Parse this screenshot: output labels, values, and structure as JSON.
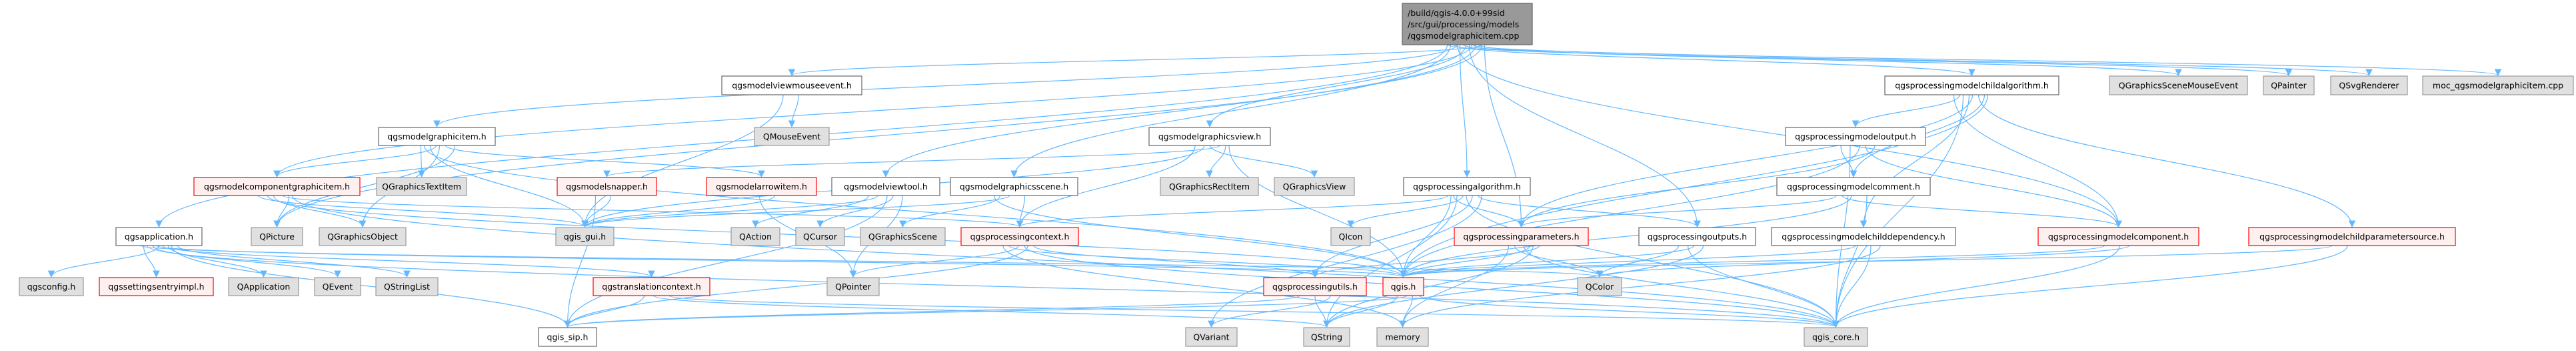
{
  "graph": {
    "root": {
      "id": "root",
      "lines": [
        "/build/qgis-4.0.0+99sid",
        "/src/gui/processing/models",
        "/qgsmodelgraphicitem.cpp"
      ]
    },
    "colors": {
      "edge": "#63b8ff",
      "root_fill": "#999999",
      "root_border": "#666666",
      "normal_fill": "#ffffff",
      "normal_border": "#666666",
      "red_fill": "#fff0f0",
      "red_border": "#ff0000",
      "external_fill": "#e0e0e0",
      "external_border": "#999999"
    },
    "nodes": [
      {
        "id": "mouseevent",
        "label": "qgsmodelviewmouseevent.h",
        "kind": "normal"
      },
      {
        "id": "childalg",
        "label": "qgsprocessingmodelchildalgorithm.h",
        "kind": "normal"
      },
      {
        "id": "qgsme",
        "label": "QGraphicsSceneMouseEvent",
        "kind": "external"
      },
      {
        "id": "qpainter",
        "label": "QPainter",
        "kind": "external"
      },
      {
        "id": "qsvg",
        "label": "QSvgRenderer",
        "kind": "external"
      },
      {
        "id": "moc",
        "label": "moc_qgsmodelgraphicitem.cpp",
        "kind": "external"
      },
      {
        "id": "graphicitem",
        "label": "qgsmodelgraphicitem.h",
        "kind": "normal"
      },
      {
        "id": "qmouseevent",
        "label": "QMouseEvent",
        "kind": "external"
      },
      {
        "id": "graphicsview",
        "label": "qgsmodelgraphicsview.h",
        "kind": "normal"
      },
      {
        "id": "modeloutput",
        "label": "qgsprocessingmodeloutput.h",
        "kind": "normal"
      },
      {
        "id": "compgraphicitem",
        "label": "qgsmodelcomponentgraphicitem.h",
        "kind": "red"
      },
      {
        "id": "qgtextitem",
        "label": "QGraphicsTextItem",
        "kind": "external"
      },
      {
        "id": "snapper",
        "label": "qgsmodelsnapper.h",
        "kind": "red"
      },
      {
        "id": "arrowitem",
        "label": "qgsmodelarrowitem.h",
        "kind": "red"
      },
      {
        "id": "viewtool",
        "label": "qgsmodelviewtool.h",
        "kind": "normal"
      },
      {
        "id": "scene",
        "label": "qgsmodelgraphicsscene.h",
        "kind": "normal"
      },
      {
        "id": "qgrectitem",
        "label": "QGraphicsRectItem",
        "kind": "external"
      },
      {
        "id": "qgview",
        "label": "QGraphicsView",
        "kind": "external"
      },
      {
        "id": "procalg",
        "label": "qgsprocessingalgorithm.h",
        "kind": "normal"
      },
      {
        "id": "comment",
        "label": "qgsprocessingmodelcomment.h",
        "kind": "normal"
      },
      {
        "id": "application",
        "label": "qgsapplication.h",
        "kind": "normal"
      },
      {
        "id": "qpicture",
        "label": "QPicture",
        "kind": "external"
      },
      {
        "id": "qgobject",
        "label": "QGraphicsObject",
        "kind": "external"
      },
      {
        "id": "qgis_gui",
        "label": "qgis_gui.h",
        "kind": "external"
      },
      {
        "id": "qaction",
        "label": "QAction",
        "kind": "external"
      },
      {
        "id": "qcursor",
        "label": "QCursor",
        "kind": "external"
      },
      {
        "id": "qgscene",
        "label": "QGraphicsScene",
        "kind": "external"
      },
      {
        "id": "proccontext",
        "label": "qgsprocessingcontext.h",
        "kind": "red"
      },
      {
        "id": "qicon",
        "label": "QIcon",
        "kind": "external"
      },
      {
        "id": "procparams",
        "label": "qgsprocessingparameters.h",
        "kind": "red"
      },
      {
        "id": "procoutputs",
        "label": "qgsprocessingoutputs.h",
        "kind": "normal"
      },
      {
        "id": "childdep",
        "label": "qgsprocessingmodelchilddependency.h",
        "kind": "normal"
      },
      {
        "id": "component",
        "label": "qgsprocessingmodelcomponent.h",
        "kind": "red"
      },
      {
        "id": "childparamsrc",
        "label": "qgsprocessingmodelchildparametersource.h",
        "kind": "red"
      },
      {
        "id": "qgsconfig",
        "label": "qgsconfig.h",
        "kind": "external"
      },
      {
        "id": "settingsentry",
        "label": "qgssettingsentryimpl.h",
        "kind": "red"
      },
      {
        "id": "qapplication",
        "label": "QApplication",
        "kind": "external"
      },
      {
        "id": "qevent",
        "label": "QEvent",
        "kind": "external"
      },
      {
        "id": "qstringlist",
        "label": "QStringList",
        "kind": "external"
      },
      {
        "id": "translation",
        "label": "qgstranslationcontext.h",
        "kind": "red"
      },
      {
        "id": "qpointer",
        "label": "QPointer",
        "kind": "external"
      },
      {
        "id": "procutils",
        "label": "qgsprocessingutils.h",
        "kind": "red"
      },
      {
        "id": "qgis",
        "label": "qgis.h",
        "kind": "red"
      },
      {
        "id": "qcolor",
        "label": "QColor",
        "kind": "external"
      },
      {
        "id": "qgis_sip",
        "label": "qgis_sip.h",
        "kind": "normal"
      },
      {
        "id": "qvariant",
        "label": "QVariant",
        "kind": "external"
      },
      {
        "id": "qstring",
        "label": "QString",
        "kind": "external"
      },
      {
        "id": "memory",
        "label": "memory",
        "kind": "external"
      },
      {
        "id": "qgis_core",
        "label": "qgis_core.h",
        "kind": "external"
      }
    ],
    "edges": [
      [
        "root",
        "application"
      ],
      [
        "root",
        "compgraphicitem"
      ],
      [
        "root",
        "graphicitem"
      ],
      [
        "root",
        "mouseevent"
      ],
      [
        "root",
        "graphicsview"
      ],
      [
        "root",
        "scene"
      ],
      [
        "root",
        "viewtool"
      ],
      [
        "root",
        "procalg"
      ],
      [
        "root",
        "procparams"
      ],
      [
        "root",
        "procoutputs"
      ],
      [
        "root",
        "childalg"
      ],
      [
        "root",
        "qgsme"
      ],
      [
        "root",
        "qpainter"
      ],
      [
        "root",
        "qsvg"
      ],
      [
        "root",
        "moc"
      ],
      [
        "root",
        "component"
      ],
      [
        "root",
        "qpicture"
      ],
      [
        "graphicitem",
        "compgraphicitem"
      ],
      [
        "graphicitem",
        "qgtextitem"
      ],
      [
        "graphicitem",
        "arrowitem"
      ],
      [
        "graphicitem",
        "qgis_gui"
      ],
      [
        "graphicitem",
        "qpicture"
      ],
      [
        "graphicitem",
        "qgobject"
      ],
      [
        "graphicitem",
        "qgis"
      ],
      [
        "compgraphicitem",
        "qpicture"
      ],
      [
        "compgraphicitem",
        "qgobject"
      ],
      [
        "compgraphicitem",
        "qgis_gui"
      ],
      [
        "compgraphicitem",
        "proccontext"
      ],
      [
        "compgraphicitem",
        "qgis"
      ],
      [
        "compgraphicitem",
        "qgis_core"
      ],
      [
        "application",
        "qgsconfig"
      ],
      [
        "application",
        "settingsentry"
      ],
      [
        "application",
        "qapplication"
      ],
      [
        "application",
        "qevent"
      ],
      [
        "application",
        "qstringlist"
      ],
      [
        "application",
        "translation"
      ],
      [
        "application",
        "qgis_core"
      ],
      [
        "application",
        "qgis_sip"
      ],
      [
        "application",
        "qgis"
      ],
      [
        "application",
        "qcolor"
      ],
      [
        "mouseevent",
        "qmouseevent"
      ],
      [
        "mouseevent",
        "qgis_gui"
      ],
      [
        "graphicsview",
        "qgrectitem"
      ],
      [
        "graphicsview",
        "qgview"
      ],
      [
        "graphicsview",
        "proccontext"
      ],
      [
        "graphicsview",
        "snapper"
      ],
      [
        "graphicsview",
        "qgis_gui"
      ],
      [
        "graphicsview",
        "qgis"
      ],
      [
        "snapper",
        "qgis_gui"
      ],
      [
        "snapper",
        "qgis_sip"
      ],
      [
        "arrowitem",
        "qgis_gui"
      ],
      [
        "arrowitem",
        "qpointer"
      ],
      [
        "viewtool",
        "qaction"
      ],
      [
        "viewtool",
        "qcursor"
      ],
      [
        "viewtool",
        "qgis_gui"
      ],
      [
        "viewtool",
        "qpointer"
      ],
      [
        "viewtool",
        "qgis_sip"
      ],
      [
        "scene",
        "qgscene"
      ],
      [
        "scene",
        "proccontext"
      ],
      [
        "scene",
        "qgis_gui"
      ],
      [
        "scene",
        "qgis"
      ],
      [
        "proccontext",
        "qgis_core"
      ],
      [
        "proccontext",
        "qgis"
      ],
      [
        "proccontext",
        "procutils"
      ],
      [
        "proccontext",
        "qpointer"
      ],
      [
        "proccontext",
        "memory"
      ],
      [
        "proccontext",
        "qgis_sip"
      ],
      [
        "translation",
        "qgis_sip"
      ],
      [
        "translation",
        "qgis_core"
      ],
      [
        "translation",
        "qstring"
      ],
      [
        "procalg",
        "procparams"
      ],
      [
        "procalg",
        "procoutputs"
      ],
      [
        "procalg",
        "qicon"
      ],
      [
        "procalg",
        "proccontext"
      ],
      [
        "procalg",
        "procutils"
      ],
      [
        "procalg",
        "qstring"
      ],
      [
        "procalg",
        "qvariant"
      ],
      [
        "procalg",
        "qgis_core"
      ],
      [
        "procalg",
        "qgis"
      ],
      [
        "procparams",
        "qgis"
      ],
      [
        "procparams",
        "qcolor"
      ],
      [
        "procparams",
        "procutils"
      ],
      [
        "procparams",
        "qgis_core"
      ],
      [
        "procparams",
        "memory"
      ],
      [
        "procparams",
        "qstring"
      ],
      [
        "procoutputs",
        "qgis"
      ],
      [
        "procoutputs",
        "qcolor"
      ],
      [
        "procoutputs",
        "qstring"
      ],
      [
        "procoutputs",
        "qgis_core"
      ],
      [
        "procutils",
        "qvariant"
      ],
      [
        "procutils",
        "qstring"
      ],
      [
        "procutils",
        "qgis_sip"
      ],
      [
        "qgis",
        "memory"
      ],
      [
        "qgis",
        "qstring"
      ],
      [
        "qgis",
        "qgis_core"
      ],
      [
        "qgis",
        "qgis_sip"
      ],
      [
        "childalg",
        "modeloutput"
      ],
      [
        "childalg",
        "comment"
      ],
      [
        "childalg",
        "childdep"
      ],
      [
        "childalg",
        "component"
      ],
      [
        "childalg",
        "childparamsrc"
      ],
      [
        "childalg",
        "qgis_core"
      ],
      [
        "childalg",
        "qgis"
      ],
      [
        "childalg",
        "procparams"
      ],
      [
        "modeloutput",
        "comment"
      ],
      [
        "modeloutput",
        "component"
      ],
      [
        "modeloutput",
        "qgis_core"
      ],
      [
        "modeloutput",
        "procparams"
      ],
      [
        "modeloutput",
        "qgis"
      ],
      [
        "comment",
        "component"
      ],
      [
        "comment",
        "qgis_core"
      ],
      [
        "comment",
        "qgis"
      ],
      [
        "comment",
        "procparams"
      ],
      [
        "childdep",
        "qgis_core"
      ],
      [
        "childdep",
        "qgis"
      ],
      [
        "childdep",
        "memory"
      ],
      [
        "component",
        "qgis_core"
      ],
      [
        "component",
        "qgis"
      ],
      [
        "component",
        "qcolor"
      ],
      [
        "childparamsrc",
        "qgis_core"
      ],
      [
        "childparamsrc",
        "qgis"
      ]
    ]
  }
}
